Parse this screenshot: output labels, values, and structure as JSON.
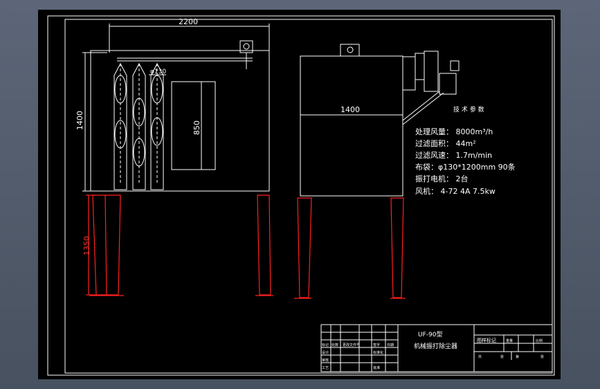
{
  "drawing": {
    "front_view": {
      "width_dim": "2200",
      "height_dim": "1400",
      "door_height_dim": "850",
      "bag_dim": "φ130",
      "leg_height_dim": "1350"
    },
    "side_view": {
      "width_dim": "1400"
    },
    "tech_params": {
      "title": "技 术 参 数",
      "lines": [
        "处理风量： 8000m³/h",
        "过滤面积： 44m²",
        "过滤风速： 1.7m/min",
        "布袋：φ130*1200mm  90条",
        "振打电机：  2台",
        "风机： 4-72 4A  7.5kw"
      ]
    },
    "title_block": {
      "model": "UF-90型",
      "name": "机械振打除尘器",
      "drawing_label": "图样标记",
      "weight_label": "重量",
      "scale_label": "比例",
      "sheet_label": "张",
      "sheet_of": "第",
      "sheet_total": "共",
      "design_label": "设计",
      "check_label": "审核",
      "process_label": "工艺",
      "standard_label": "标准化",
      "approve_label": "批准",
      "mark_label": "标记",
      "count_label": "处数",
      "doc_label": "更改文件号",
      "sign_label": "签字",
      "date_label": "日期"
    }
  }
}
